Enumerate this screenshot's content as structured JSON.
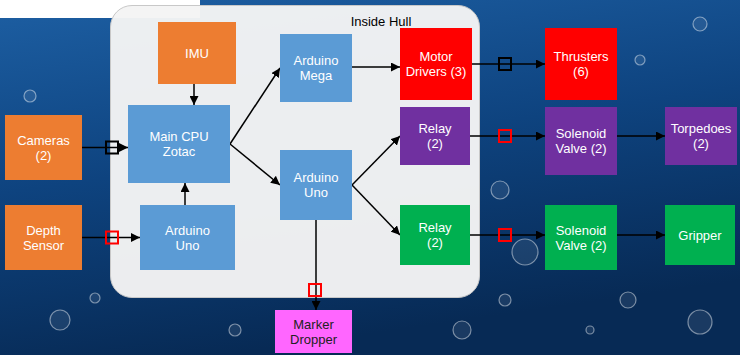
{
  "diagram": {
    "nodes": [
      {
        "text": [
          "Inside Hull"
        ]
      },
      {
        "text": [
          "IMU"
        ],
        "in": 0
      },
      {
        "text": [
          "Cameras (2)"
        ]
      },
      {
        "text": [
          "Main CPU Zotac"
        ],
        "in": 0
      },
      {
        "text": [
          "Depth Sensor"
        ]
      },
      {
        "text": [
          "Arduino Uno"
        ],
        "in": 0
      },
      {
        "text": [
          "Arduino Mega"
        ],
        "in": 0
      },
      {
        "text": [
          "Arduino Uno"
        ],
        "in": 0
      },
      {
        "text": [
          "Motor Drivers (3)"
        ],
        "in": 0
      },
      {
        "text": [
          "Thrusters (6)"
        ]
      },
      {
        "text": [
          "Relay (2)"
        ],
        "in": 0
      },
      {
        "text": [
          "Solenoid Valve (2)"
        ]
      },
      {
        "text": [
          "Torpedoes (2)"
        ]
      },
      {
        "text": [
          "Relay (2)"
        ],
        "in": 0
      },
      {
        "text": [
          "Solenoid Valve (2)"
        ]
      },
      {
        "text": [
          "Gripper"
        ]
      },
      {
        "text": [
          "Marker Dropper"
        ]
      }
    ],
    "edges": [
      {
        "from": 1,
        "to": 3,
        "arrow": "to"
      },
      {
        "from": 2,
        "to": 3,
        "arrow": "to"
      },
      {
        "from": 4,
        "to": 5,
        "arrow": "to"
      },
      {
        "from": 5,
        "to": 3,
        "arrow": "to"
      },
      {
        "from": 3,
        "to": 6,
        "arrow": "to"
      },
      {
        "from": 3,
        "to": 7,
        "arrow": "to"
      },
      {
        "from": 6,
        "to": 8,
        "arrow": "to"
      },
      {
        "from": 8,
        "to": 9,
        "arrow": "to"
      },
      {
        "from": 7,
        "to": 10,
        "arrow": "to"
      },
      {
        "from": 7,
        "to": 13,
        "arrow": "to"
      },
      {
        "from": 10,
        "to": 11,
        "arrow": "to"
      },
      {
        "from": 11,
        "to": 12,
        "arrow": "to"
      },
      {
        "from": 13,
        "to": 14,
        "arrow": "to"
      },
      {
        "from": 14,
        "to": 15,
        "arrow": "to"
      },
      {
        "from": 7,
        "to": 16,
        "arrow": "to"
      }
    ]
  }
}
